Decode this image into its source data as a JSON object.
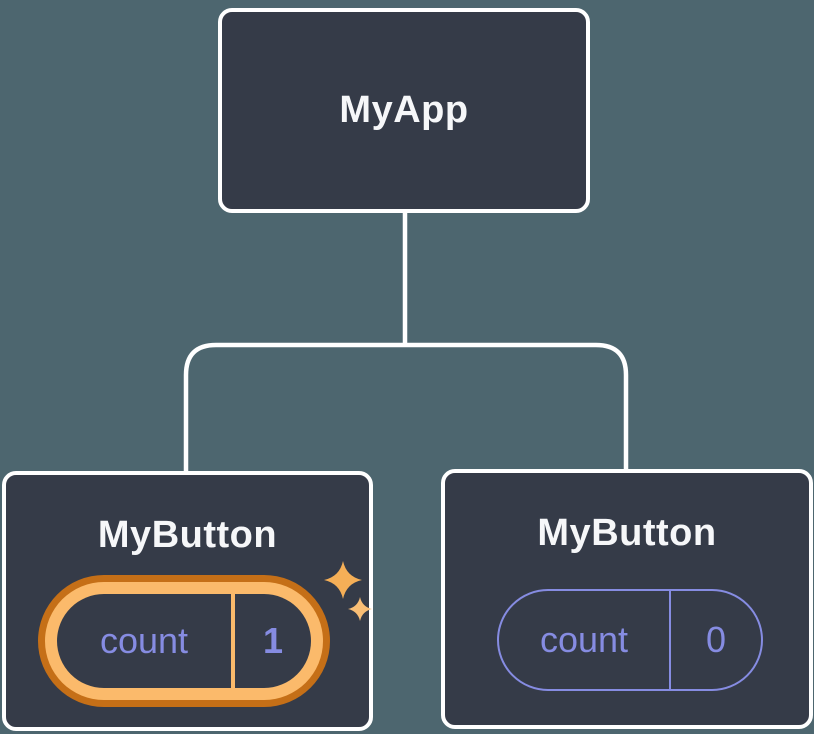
{
  "diagram": {
    "root": {
      "label": "MyApp"
    },
    "children": [
      {
        "label": "MyButton",
        "state": {
          "key": "count",
          "value": "1"
        },
        "highlighted": true
      },
      {
        "label": "MyButton",
        "state": {
          "key": "count",
          "value": "0"
        },
        "highlighted": false
      }
    ]
  },
  "colors": {
    "background": "#4D666F",
    "node_fill": "#353B48",
    "node_border": "#FFFFFF",
    "state_text": "#868CE2",
    "highlight_ring_outer": "#C56F17",
    "highlight_ring_inner": "#FBBA6B",
    "sparkle_large": "#F5AF57",
    "sparkle_small": "#F9BE75",
    "title_text": "#F6F7F9"
  },
  "icons": {
    "sparkles": "sparkles-icon"
  }
}
